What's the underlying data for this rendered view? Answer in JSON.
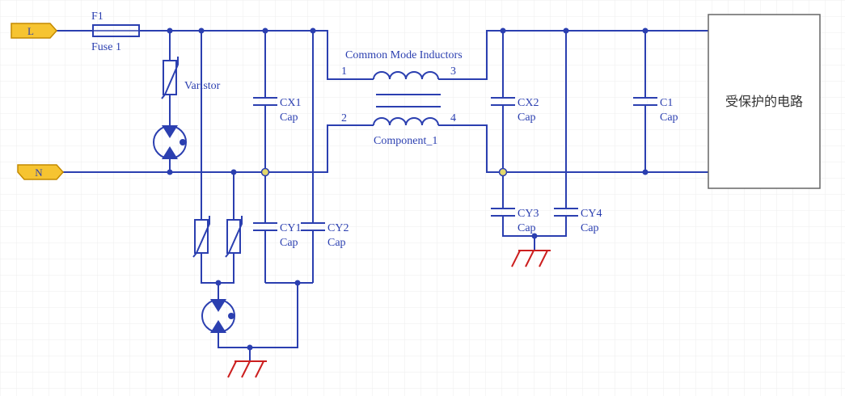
{
  "colors": {
    "wire": "#2b3fb0",
    "label": "#2b3fb0",
    "ground": "#cc1f1f",
    "junction_fill": "#e3d86a",
    "port_fill": "#f6c431",
    "port_stroke": "#c48a00",
    "grid": "#eeeeee",
    "box_stroke": "#666666"
  },
  "ports": {
    "line": "L",
    "neutral": "N"
  },
  "fuse": {
    "ref": "F1",
    "name": "Fuse 1"
  },
  "varistor": {
    "name": "Varistor"
  },
  "cx1": {
    "ref": "CX1",
    "name": "Cap"
  },
  "cy1": {
    "ref": "CY1",
    "name": "Cap"
  },
  "cy2": {
    "ref": "CY2",
    "name": "Cap"
  },
  "choke": {
    "title": "Common Mode Inductors",
    "name": "Component_1",
    "pin1": "1",
    "pin2": "2",
    "pin3": "3",
    "pin4": "4"
  },
  "cx2": {
    "ref": "CX2",
    "name": "Cap"
  },
  "cy3": {
    "ref": "CY3",
    "name": "Cap"
  },
  "cy4": {
    "ref": "CY4",
    "name": "Cap"
  },
  "c1": {
    "ref": "C1",
    "name": "Cap"
  },
  "load": {
    "label": "受保护的电路"
  }
}
